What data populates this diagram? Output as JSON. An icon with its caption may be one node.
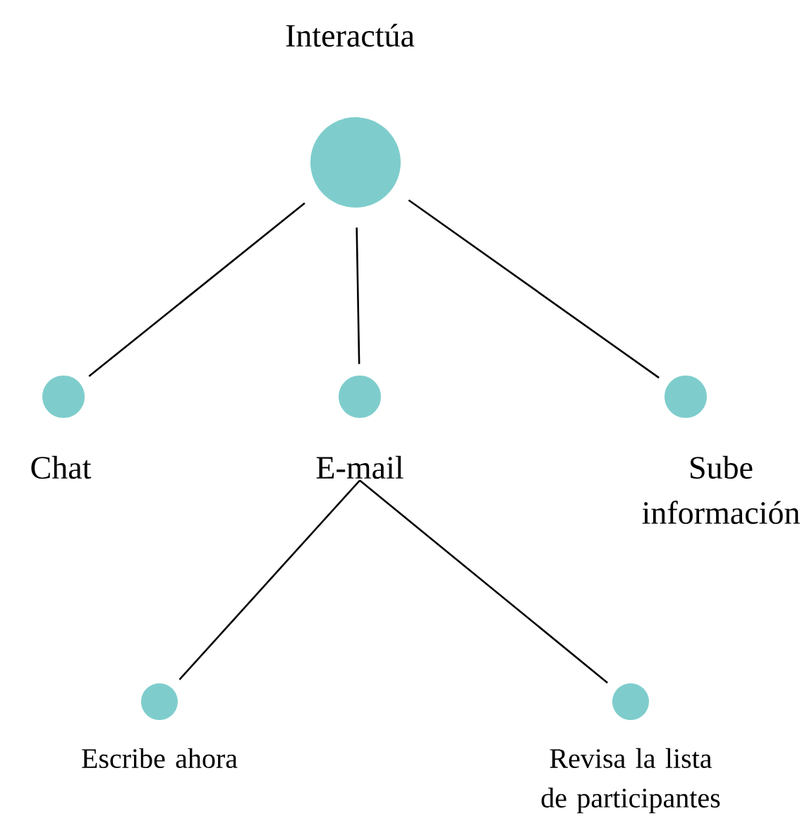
{
  "diagram": {
    "nodes": [
      {
        "text": [
          "Interactúa"
        ]
      },
      {
        "text": [
          "Chat"
        ]
      },
      {
        "text": [
          "E-mail"
        ]
      },
      {
        "text": [
          "Sube información"
        ]
      },
      {
        "text": [
          "Escribe ahora"
        ]
      },
      {
        "text": [
          "Revisa la lista de participantes"
        ]
      }
    ],
    "edges": [
      {
        "from": 0,
        "to": 1,
        "arrow": "none"
      },
      {
        "from": 0,
        "to": 2,
        "arrow": "none"
      },
      {
        "from": 0,
        "to": 3,
        "arrow": "none"
      },
      {
        "from": 2,
        "to": 4,
        "arrow": "none"
      },
      {
        "from": 2,
        "to": 5,
        "arrow": "none"
      }
    ]
  }
}
